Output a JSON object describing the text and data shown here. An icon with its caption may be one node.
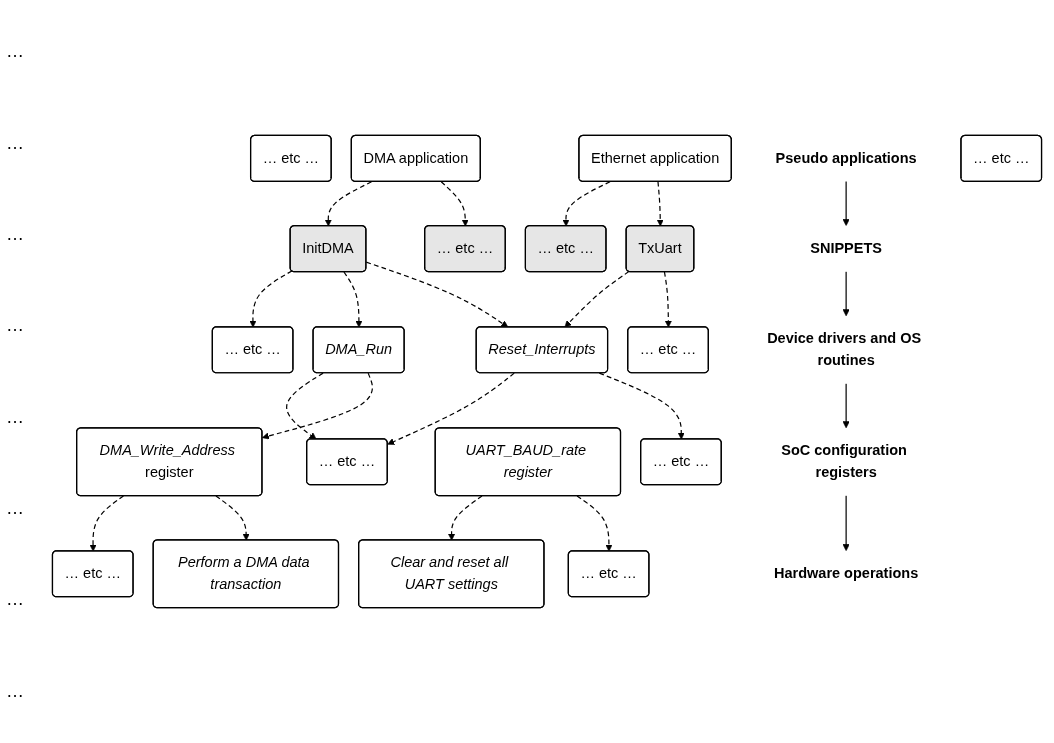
{
  "diagram": {
    "nodes": [
      {
        "text": [
          "… etc …"
        ]
      },
      {
        "text": [
          "DMA application"
        ]
      },
      {
        "text": [
          "Pseudo applications"
        ]
      },
      {
        "text": [
          "Ethernet application"
        ]
      },
      {
        "text": [
          "… etc …"
        ]
      },
      {
        "text": [
          "… etc …"
        ]
      },
      {
        "text": [
          "TxUart"
        ]
      },
      {
        "text": [
          "SNIPPETS"
        ]
      },
      {
        "text": [
          "InitDMA"
        ]
      },
      {
        "text": [
          "… etc …"
        ]
      },
      {
        "text": [
          "… etc …"
        ]
      },
      {
        "text": [
          "*Reset_Interrupts*"
        ]
      },
      {
        "text": [
          "Device drivers and OS routines"
        ]
      },
      {
        "text": [
          "*DMA_Run*"
        ]
      },
      {
        "text": [
          "… etc …"
        ]
      },
      {
        "text": [
          "… etc …"
        ]
      },
      {
        "text": [
          "*UART_BAUD_rate register*"
        ]
      },
      {
        "text": [
          "SoC configuration registers"
        ]
      },
      {
        "text": [
          "*DMA_Write_Address* register"
        ]
      },
      {
        "text": [
          "… etc …"
        ]
      },
      {
        "text": [
          "… etc …"
        ]
      },
      {
        "text": [
          "*Clear and reset all UART settings*"
        ]
      },
      {
        "text": [
          "Hardware operations"
        ]
      },
      {
        "text": [
          "*Perform a DMA data transaction*"
        ]
      },
      {
        "text": [
          "… etc …"
        ]
      }
    ],
    "edges": [
      {
        "from": 1,
        "to": 5,
        "arrow": "to",
        "style": "dashed"
      },
      {
        "from": 1,
        "to": 8,
        "arrow": "to",
        "style": "dashed"
      },
      {
        "from": 3,
        "to": 6,
        "arrow": "to",
        "style": "dashed"
      },
      {
        "from": 3,
        "to": 9,
        "arrow": "to",
        "style": "dashed"
      },
      {
        "from": 2,
        "to": 7,
        "arrow": "to"
      },
      {
        "from": 6,
        "to": 10,
        "arrow": "to",
        "style": "dashed"
      },
      {
        "from": 6,
        "to": 11,
        "arrow": "to",
        "style": "dashed"
      },
      {
        "from": 8,
        "to": 11,
        "arrow": "to",
        "style": "dashed"
      },
      {
        "from": 8,
        "to": 13,
        "arrow": "to",
        "style": "dashed"
      },
      {
        "from": 8,
        "to": 14,
        "arrow": "to",
        "style": "dashed"
      },
      {
        "from": 7,
        "to": 12,
        "arrow": "to"
      },
      {
        "from": 11,
        "to": 15,
        "arrow": "to",
        "style": "dashed"
      },
      {
        "from": 11,
        "to": 19,
        "arrow": "to",
        "style": "dashed"
      },
      {
        "from": 13,
        "to": 18,
        "arrow": "to",
        "style": "dashed"
      },
      {
        "from": 13,
        "to": 19,
        "arrow": "to",
        "style": "dashed"
      },
      {
        "from": 12,
        "to": 17,
        "arrow": "to"
      },
      {
        "from": 16,
        "to": 20,
        "arrow": "to",
        "style": "dashed"
      },
      {
        "from": 16,
        "to": 21,
        "arrow": "to",
        "style": "dashed"
      },
      {
        "from": 18,
        "to": 23,
        "arrow": "to",
        "style": "dashed"
      },
      {
        "from": 18,
        "to": 24,
        "arrow": "to",
        "style": "dashed"
      },
      {
        "from": 17,
        "to": 22,
        "arrow": "to"
      }
    ],
    "labels": [
      "…",
      "…",
      "…",
      "…",
      "…",
      "…",
      "…",
      "…"
    ]
  }
}
